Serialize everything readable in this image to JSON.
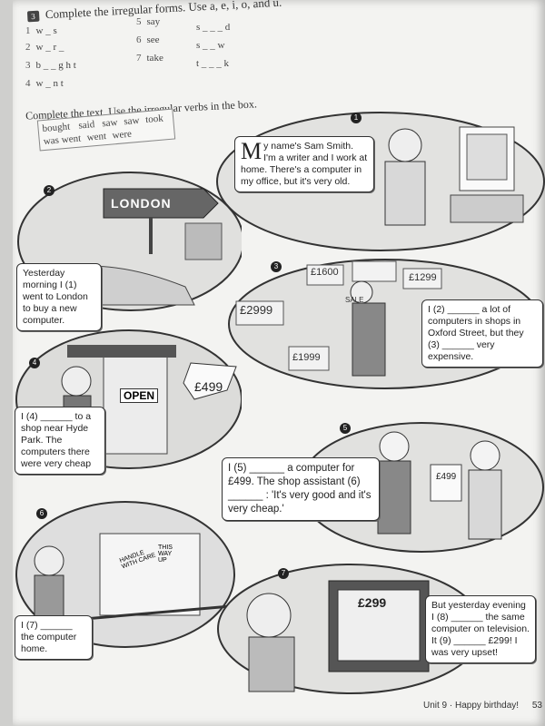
{
  "exercise1": {
    "number": "3",
    "instruction": "Complete the irregular forms. Use a, e, i, o, and u.",
    "left_items": [
      {
        "n": "1",
        "word": "w _ s"
      },
      {
        "n": "2",
        "word": "w _ r _"
      },
      {
        "n": "3",
        "word": "b _ _ g h t"
      },
      {
        "n": "4",
        "word": "w _ n t"
      }
    ],
    "middle_items": [
      {
        "n": "5",
        "word": "say"
      },
      {
        "n": "6",
        "word": "see"
      },
      {
        "n": "7",
        "word": "take"
      }
    ],
    "right_items": [
      "s _ _ _ d",
      "s _ _ w",
      "t _ _ _ k"
    ]
  },
  "exercise2": {
    "instruction": "Complete the text. Use the irregular verbs in the box.",
    "verbs_row1": [
      "bought",
      "said",
      "saw",
      "saw",
      "took"
    ],
    "verbs_row2": [
      "was",
      "went",
      "went",
      "were"
    ]
  },
  "panels": [
    {
      "n": "1",
      "drop": "M",
      "text": "y name's Sam Smith. I'm a writer and I work at home. There's a computer in my office, but it's very old."
    },
    {
      "n": "2",
      "text": "Yesterday morning I (1) went to London to buy a new computer.",
      "sign": "LONDON"
    },
    {
      "n": "3",
      "text": "I (2) ______ a lot of computers in shops in Oxford Street, but they (3) ______ very expensive.",
      "prices": [
        "£1600",
        "£2999",
        "£1299",
        "£1999",
        "SALE"
      ]
    },
    {
      "n": "4",
      "text": "I (4) ______ to a shop near Hyde Park. The computers there were very cheap",
      "sign": "OPEN",
      "price": "£499"
    },
    {
      "n": "5",
      "text": "I (5) ______ a computer for £499. The shop assistant (6) ______ : 'It's very good and it's very cheap.'",
      "price": "£499"
    },
    {
      "n": "6",
      "text": "I (7) ______ the computer home.",
      "box_label": "HANDLE WITH CARE",
      "box_label2": "THIS WAY UP"
    },
    {
      "n": "7",
      "text": "But yesterday evening I (8) ______ the same computer on television. It (9) ______ £299! I was very upset!",
      "tv_price": "£299"
    }
  ],
  "footer": {
    "unit": "Unit 9 · Happy birthday!",
    "page": "53"
  }
}
